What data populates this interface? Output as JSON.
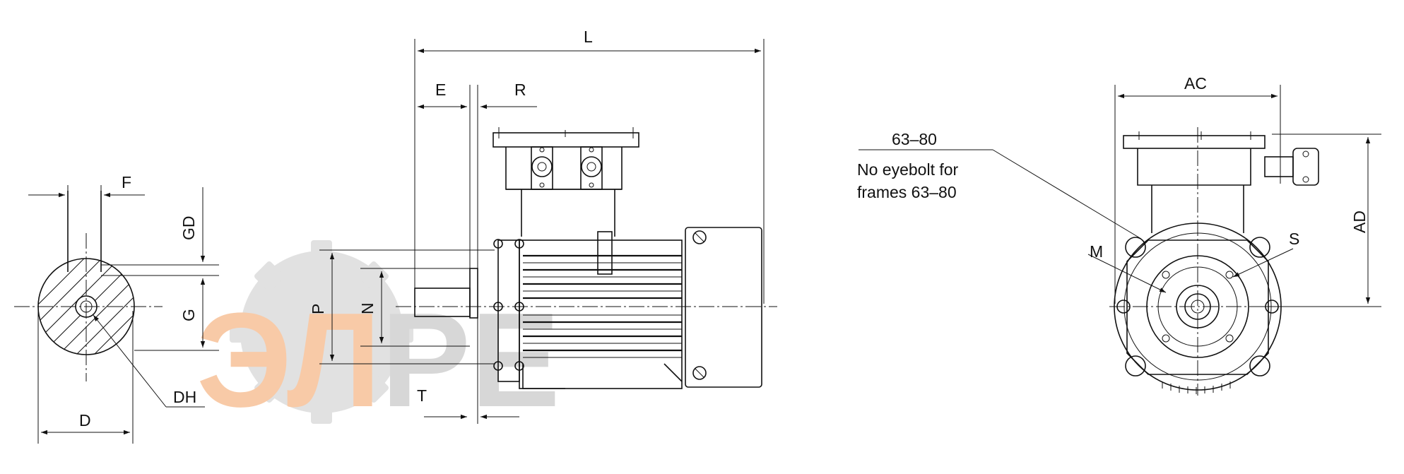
{
  "diagram": {
    "dimension_labels": {
      "L": "L",
      "E": "E",
      "R": "R",
      "F": "F",
      "GD": "GD",
      "G": "G",
      "P": "P",
      "N": "N",
      "DH": "DH",
      "D": "D",
      "T": "T",
      "AC": "AC",
      "AD": "AD",
      "M": "M",
      "S": "S"
    },
    "note": {
      "line1": "63–80",
      "line2": "No eyebolt for",
      "line3": "frames 63–80"
    },
    "watermark": {
      "text": "ЭЛРЕ",
      "colors": [
        "#f5a66b",
        "#c8c8c8"
      ]
    }
  }
}
